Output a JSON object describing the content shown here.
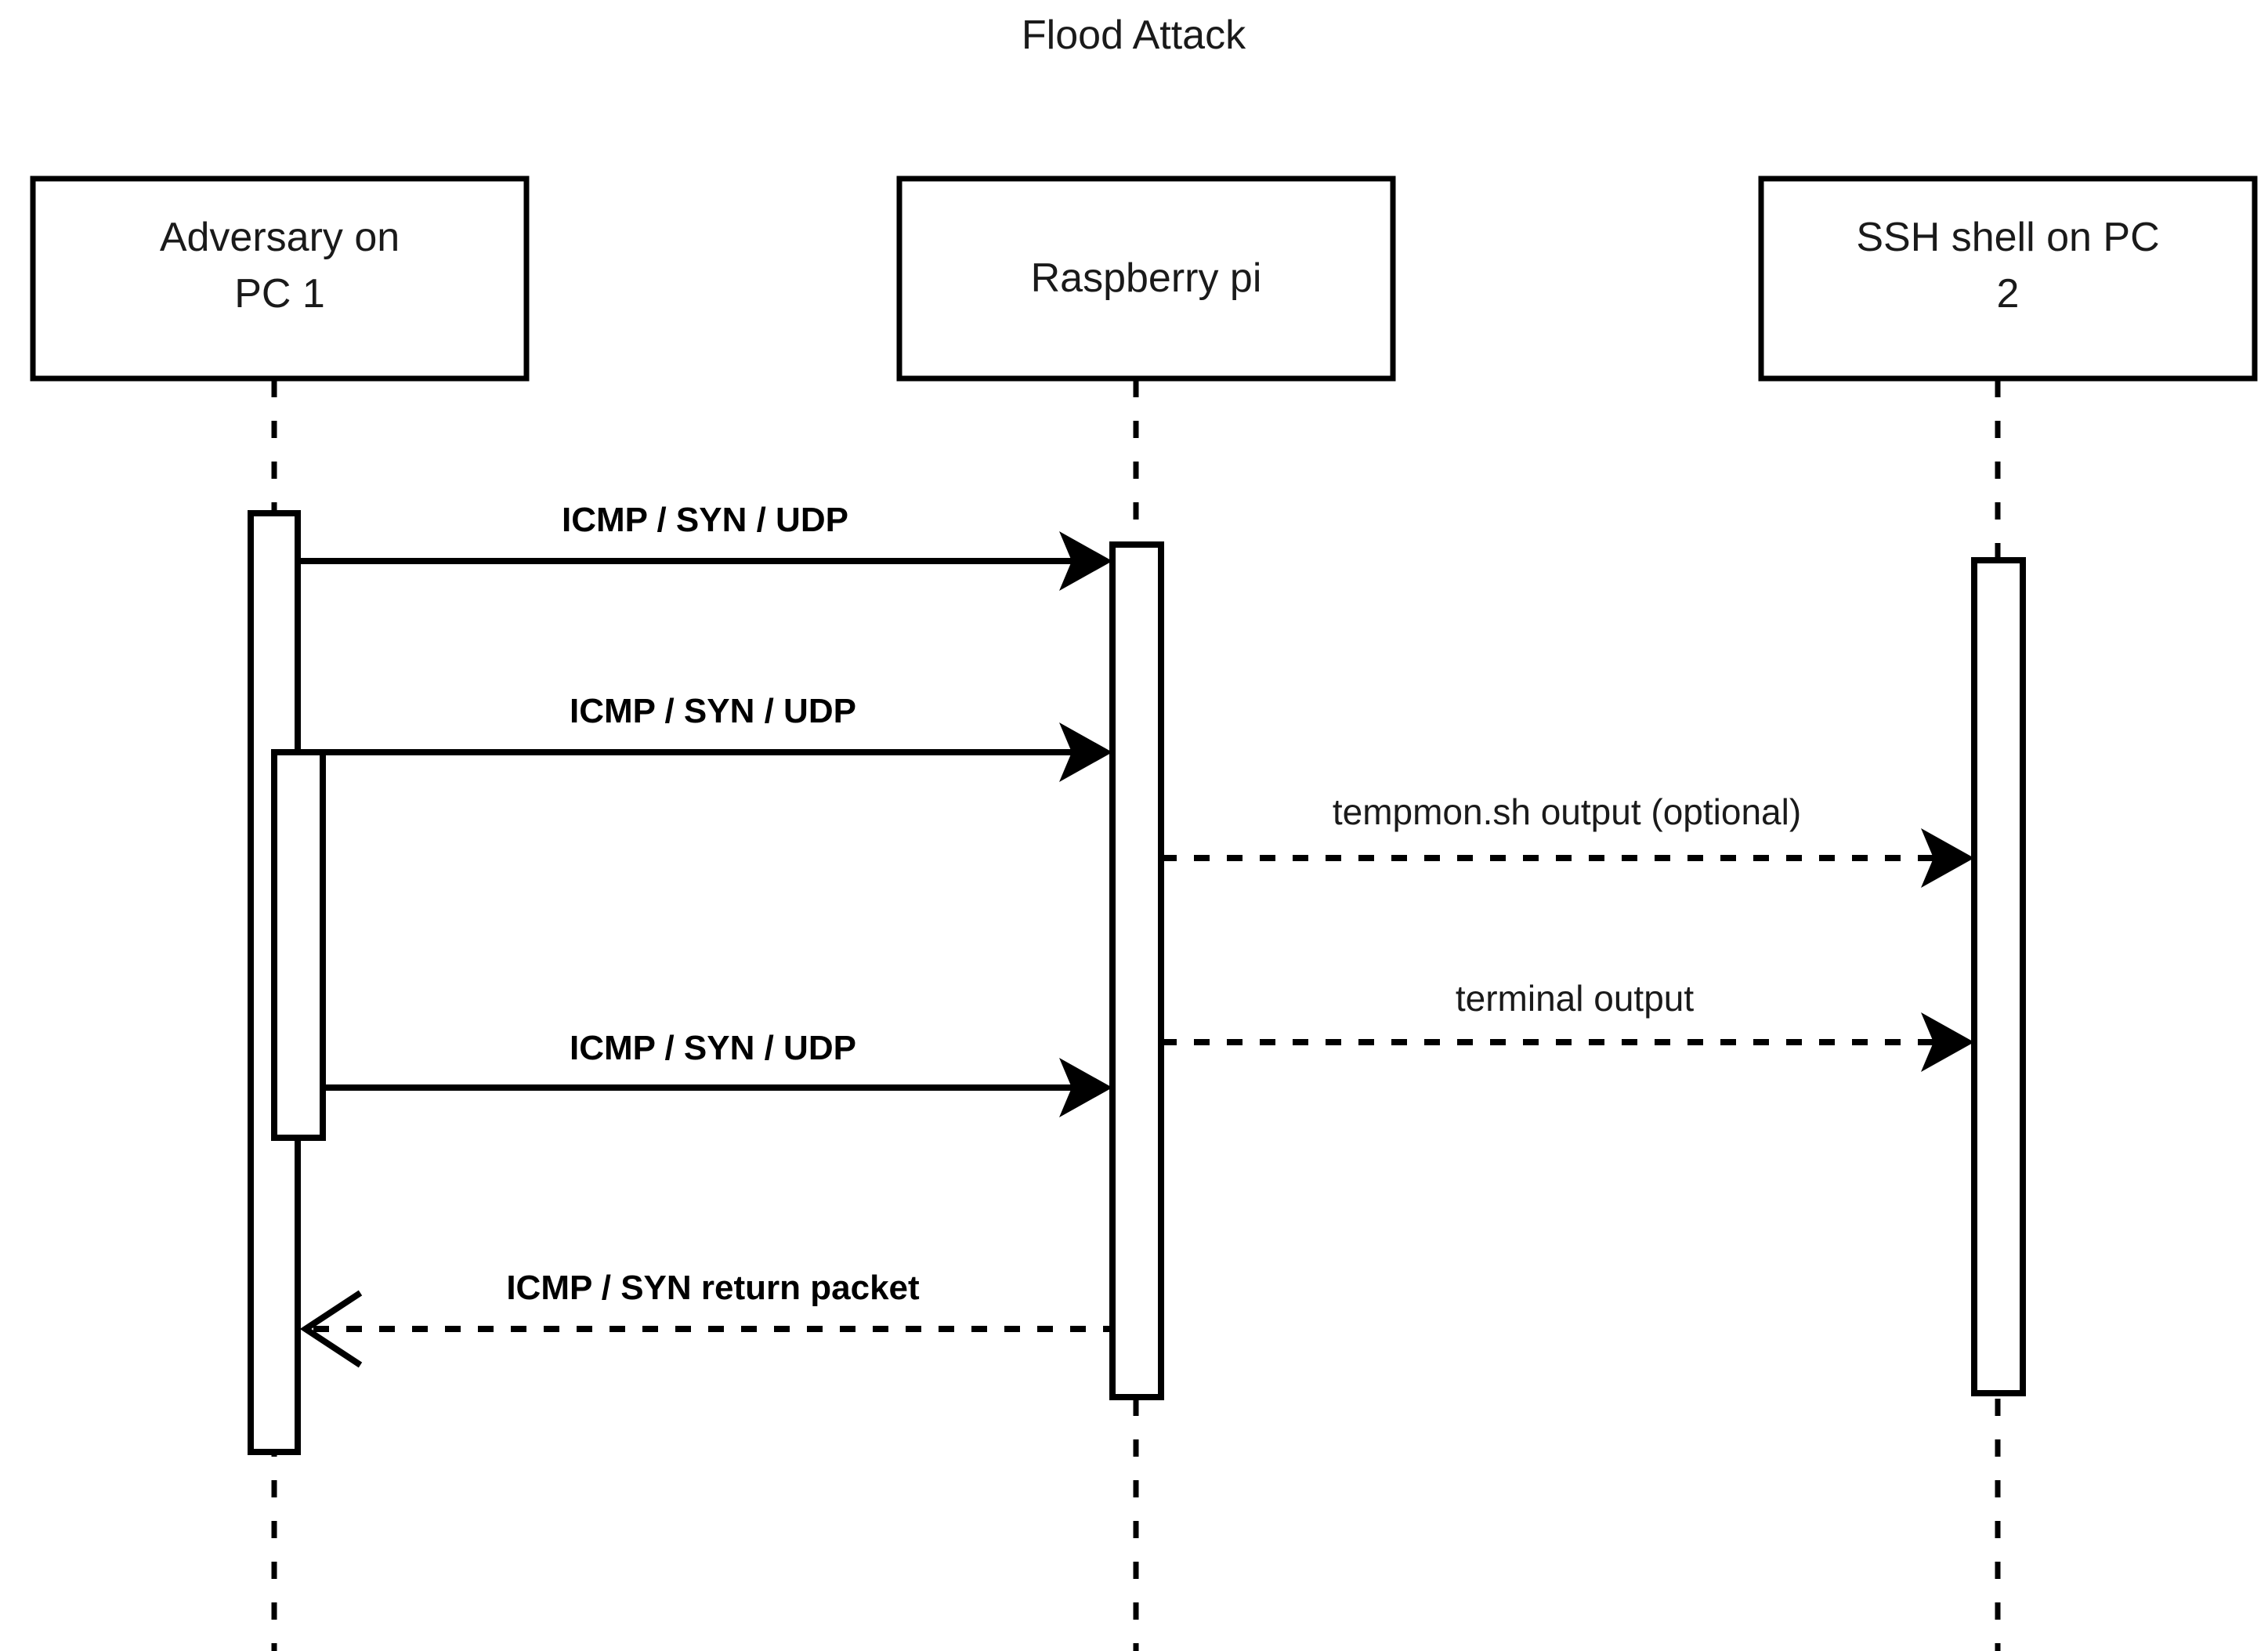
{
  "diagram": {
    "type": "uml-sequence-diagram",
    "title": "Flood Attack",
    "background_color": "#ffffff",
    "line_color": "#000000",
    "participants": [
      {
        "id": "adversary",
        "label_line1": "Adversary on",
        "label_line2": "PC 1"
      },
      {
        "id": "raspberrypi",
        "label_line1": "Raspberry pi",
        "label_line2": ""
      },
      {
        "id": "sshshell",
        "label_line1": "SSH shell on PC",
        "label_line2": "2"
      }
    ],
    "messages": [
      {
        "id": "msg-1",
        "label": "ICMP / SYN / UDP",
        "from": "adversary",
        "to": "raspberrypi",
        "style": "solid",
        "arrow": "filled",
        "direction": "right"
      },
      {
        "id": "msg-2",
        "label": "ICMP / SYN / UDP",
        "from": "adversary",
        "to": "raspberrypi",
        "style": "solid",
        "arrow": "filled",
        "direction": "right"
      },
      {
        "id": "msg-3",
        "label": "tempmon.sh output (optional)",
        "from": "raspberrypi",
        "to": "sshshell",
        "style": "dashed",
        "arrow": "filled",
        "direction": "right"
      },
      {
        "id": "msg-4",
        "label": "terminal output",
        "from": "raspberrypi",
        "to": "sshshell",
        "style": "dashed",
        "arrow": "filled",
        "direction": "right"
      },
      {
        "id": "msg-5",
        "label": "ICMP / SYN / UDP",
        "from": "adversary",
        "to": "raspberrypi",
        "style": "solid",
        "arrow": "filled",
        "direction": "right"
      },
      {
        "id": "msg-6",
        "label": "ICMP / SYN return packet",
        "from": "raspberrypi",
        "to": "adversary",
        "style": "dashed",
        "arrow": "open",
        "direction": "left"
      }
    ]
  }
}
